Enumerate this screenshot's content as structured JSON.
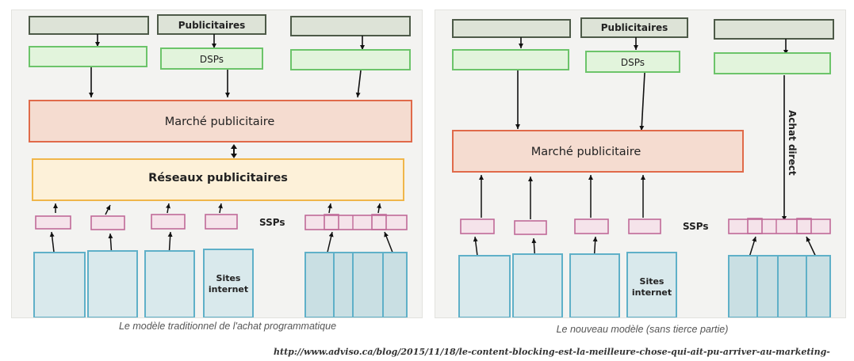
{
  "left": {
    "advertisers_label": "Publicitaires",
    "dsps_label": "DSPs",
    "market_label": "Marché publicitaire",
    "networks_label": "Réseaux publicitaires",
    "ssps_label": "SSPs",
    "sites_label_line1": "Sites",
    "sites_label_line2": "internet",
    "caption": "Le modèle traditionnel de l'achat programmatique"
  },
  "right": {
    "advertisers_label": "Publicitaires",
    "dsps_label": "DSPs",
    "market_label": "Marché publicitaire",
    "direct_label": "Achat direct",
    "ssps_label": "SSPs",
    "sites_label_line1": "Sites",
    "sites_label_line2": "internet",
    "caption": "Le nouveau modèle (sans tierce partie)"
  },
  "source_url": "http://www.adviso.ca/blog/2015/11/18/le-content-blocking-est-la-meilleure-chose-qui-ait-pu-arriver-au-marketing-",
  "colors": {
    "advertiser_fill": "#dde3d7",
    "advertiser_stroke": "#4d5a48",
    "dsp_fill": "#e2f4dc",
    "dsp_stroke": "#6cc46a",
    "market_fill": "#f5dcd0",
    "market_stroke": "#e06a4a",
    "network_fill": "#fdf1d9",
    "network_stroke": "#f0b64a",
    "ssp_fill": "#f5e3ea",
    "ssp_stroke": "#c06a98",
    "site_fill": "#d9e9ec",
    "site_stroke": "#5fb0c8"
  }
}
